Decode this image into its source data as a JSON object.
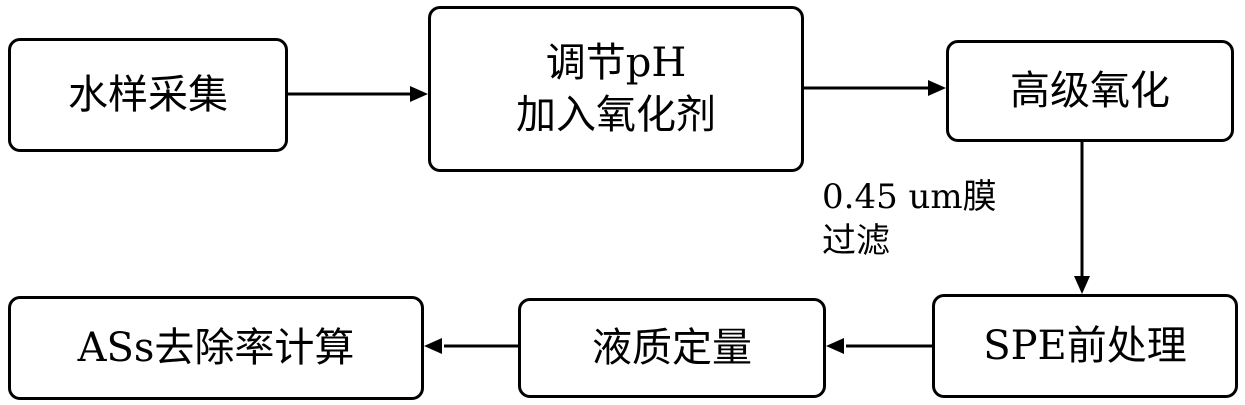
{
  "nodes": {
    "water_sampling": {
      "lines": [
        "水样采集"
      ]
    },
    "adjust_ph": {
      "lines": [
        "调节pH",
        "加入氧化剂"
      ]
    },
    "advanced_oxidation": {
      "lines": [
        "高级氧化"
      ]
    },
    "spe_pretreatment": {
      "lines": [
        "SPE前处理"
      ]
    },
    "lc_ms_quantification": {
      "lines": [
        "液质定量"
      ]
    },
    "removal_rate": {
      "lines": [
        "ASs去除率计算"
      ]
    }
  },
  "edges": {
    "filter_label": {
      "lines": [
        "0.45 um膜",
        "过滤"
      ]
    }
  }
}
